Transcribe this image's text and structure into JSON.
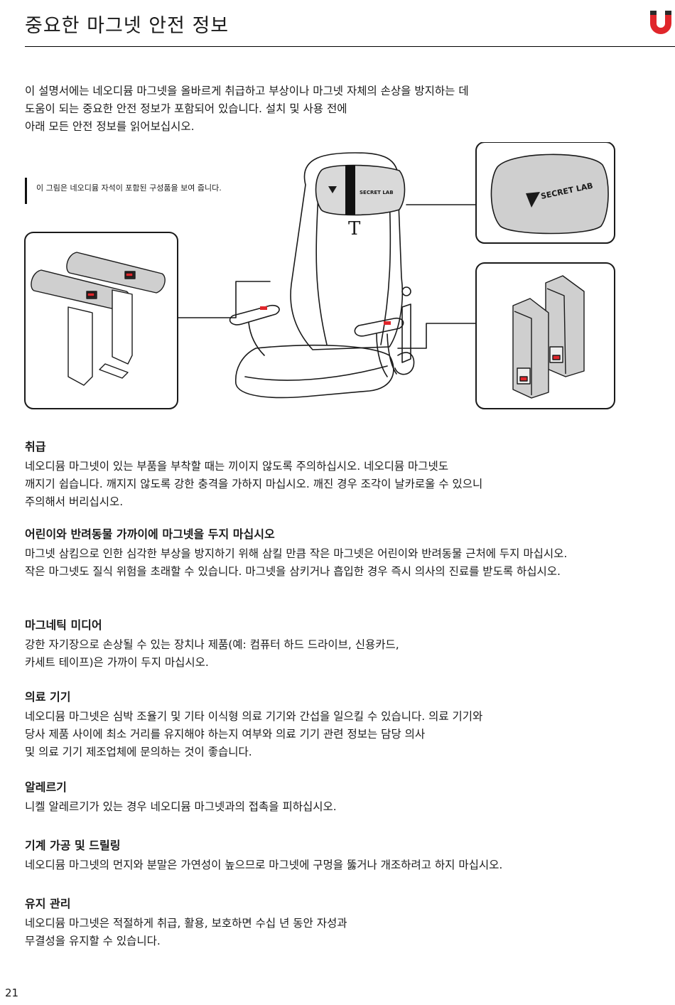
{
  "header": {
    "title": "중요한 마그넷 안전 정보"
  },
  "intro": {
    "lines": [
      "이 설명서에는 네오디뮴 마그넷을 올바르게 취급하고 부상이나 마그넷 자체의 손상을 방지하는 데",
      "도움이 되는 중요한 안전 정보가 포함되어 있습니다. 설치 및 사용 전에",
      "아래 모든 안전 정보를 읽어보십시오."
    ]
  },
  "figure": {
    "caption": "이 그림은 네오디뮴 자석이 포함된 구성품을 보여 줍니다.",
    "brand_text": "SECRET LAB",
    "colors": {
      "magnet_red": "#e0262b",
      "stroke": "#1a1a1a",
      "fill_gray": "#d9d9d9"
    }
  },
  "sections": [
    {
      "heading": "취급",
      "lines": [
        "네오디뮴 마그넷이 있는 부품을 부착할 때는 끼이지 않도록 주의하십시오. 네오디뮴 마그넷도",
        "깨지기 쉽습니다. 깨지지 않도록 강한 충격을 가하지 마십시오. 깨진 경우 조각이 날카로울 수 있으니",
        "주의해서 버리십시오."
      ]
    },
    {
      "heading": "어린이와 반려동물 가까이에 마그넷을 두지 마십시오",
      "lines": [
        "마그넷 삼킴으로 인한 심각한 부상을 방지하기 위해 삼킬 만큼 작은 마그넷은 어린이와 반려동물 근처에 두지 마십시오.",
        "작은 마그넷도 질식 위험을 초래할 수 있습니다. 마그넷을 삼키거나 흡입한 경우 즉시 의사의 진료를 받도록 하십시오."
      ]
    },
    {
      "heading": "마그네틱 미디어",
      "lines": [
        "강한 자기장으로 손상될 수 있는 장치나 제품(예: 컴퓨터 하드 드라이브, 신용카드,",
        "카세트 테이프)은 가까이 두지 마십시오."
      ]
    },
    {
      "heading": "의료 기기",
      "lines": [
        "네오디뮴 마그넷은 심박 조율기 및 기타 이식형 의료 기기와 간섭을 일으킬 수 있습니다. 의료 기기와",
        "당사 제품 사이에 최소 거리를 유지해야 하는지 여부와 의료 기기 관련 정보는 담당 의사",
        "및 의료 기기 제조업체에 문의하는 것이 좋습니다."
      ]
    },
    {
      "heading": "알레르기",
      "lines": [
        "니켈 알레르기가 있는 경우 네오디뮴 마그넷과의 접촉을 피하십시오."
      ]
    },
    {
      "heading": "기계 가공 및 드릴링",
      "lines": [
        "네오디뮴 마그넷의 먼지와 분말은 가연성이 높으므로 마그넷에 구멍을 뚫거나 개조하려고 하지 마십시오."
      ]
    },
    {
      "heading": "유지 관리",
      "lines": [
        "네오디뮴 마그넷은 적절하게 취급, 활용, 보호하면 수십 년 동안 자성과",
        "무결성을 유지할 수 있습니다."
      ]
    }
  ],
  "footer": {
    "page_number": "21"
  }
}
